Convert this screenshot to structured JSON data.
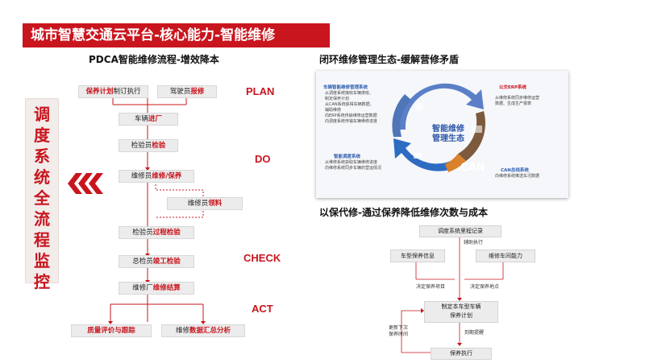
{
  "title": "城市智慧交通云平台-核心能力-智能维修",
  "left": {
    "heading": "PDCA智能维修流程-增效降本",
    "side_text": "调度系统全流程监控",
    "phases": [
      "PLAN",
      "DO",
      "CHECK",
      "ACT"
    ],
    "steps": {
      "plan_a": {
        "red": "保养计划",
        "rest": "制订执行"
      },
      "plan_b": {
        "pre": "驾驶员",
        "red": "报修"
      },
      "enter": {
        "pre": "车辆",
        "red": "进厂"
      },
      "inspect": {
        "pre": "检验员",
        "red": "检验"
      },
      "repair": {
        "pre": "维修员",
        "red": "维修/保养"
      },
      "material": {
        "pre": "维修员",
        "red": "领料"
      },
      "process_check": {
        "pre": "检验员",
        "red": "过程检验"
      },
      "final_check": {
        "pre": "总检员",
        "red": "竣工检验"
      },
      "settle": {
        "pre": "维修厂",
        "red": "维修结算"
      },
      "quality": {
        "red": "质量评价与跟踪"
      },
      "analysis": {
        "pre": "维修",
        "red": "数据汇总分析"
      }
    }
  },
  "ecosystem": {
    "heading": "闭环维修管理生态-缓解营修矛盾",
    "center": [
      "智能维修",
      "管理生态"
    ],
    "can": "CAN",
    "blocks": {
      "vehicle_title": "车辆智能维修管理系统",
      "vehicle_lines": [
        "从调度系统接收车辆排班、",
        "制定保养计划",
        "从CAN系统获得车辆数据、",
        "辅助维修",
        "向ERP系统传输维修运营数据",
        "向调度系统传输车辆维修进度"
      ],
      "dispatch_title": "智能调度系统",
      "dispatch_lines": [
        "从维修系统获取车辆维修进度",
        "向维修系统同步车辆的营运情况"
      ],
      "erp_title": "公交ERP系统",
      "erp_lines": [
        "从维修系统同步维修运营",
        "数据、生成生产报表"
      ],
      "can_title": "CAN总线系统",
      "can_lines": [
        "向维修系统推送车况数据"
      ]
    }
  },
  "maintenance": {
    "heading": "以保代修-通过保养降低维修次数与成本",
    "boxes": {
      "record": "调度系统里程记录",
      "model": "车型保养信息",
      "capacity": "维修车间能力",
      "plan": [
        "制定本车型车辆",
        "保养计划"
      ],
      "exec": "保养执行"
    },
    "labels": {
      "assist": "辅助执行",
      "decide_item": "决定保养项目",
      "decide_node": "决定保养地点",
      "remind": "到期提醒",
      "update": [
        "更新下次",
        "保养时间"
      ]
    }
  }
}
